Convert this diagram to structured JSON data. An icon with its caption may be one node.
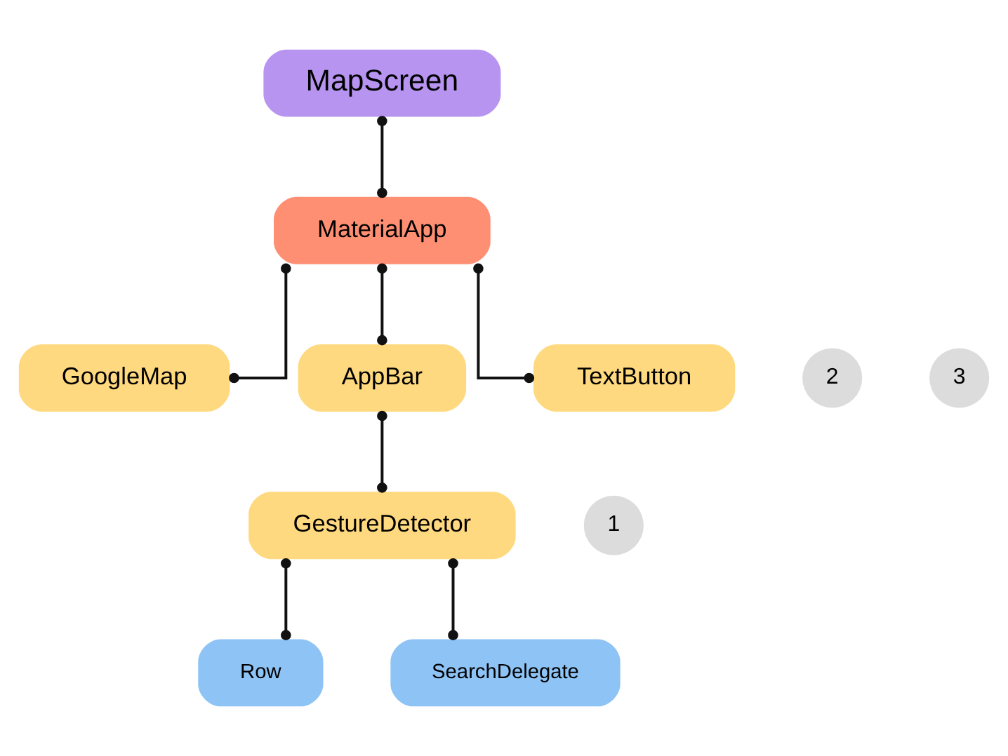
{
  "diagram": {
    "nodes": [
      {
        "text": [
          "MapScreen"
        ]
      },
      {
        "text": [
          "MaterialApp"
        ]
      },
      {
        "text": [
          "GoogleMap"
        ]
      },
      {
        "text": [
          "2"
        ]
      },
      {
        "text": [
          "AppBar"
        ]
      },
      {
        "text": [
          "TextButton"
        ]
      },
      {
        "text": [
          "3"
        ]
      },
      {
        "text": [
          "1"
        ]
      },
      {
        "text": [
          "GestureDetector"
        ]
      },
      {
        "text": [
          "Row"
        ]
      },
      {
        "text": [
          "SearchDelegate"
        ]
      }
    ],
    "edges": [
      {
        "from": 0,
        "to": 1,
        "arrow": "other"
      },
      {
        "from": 1,
        "to": 2,
        "arrow": "other"
      },
      {
        "from": 1,
        "to": 4,
        "arrow": "other"
      },
      {
        "from": 1,
        "to": 5,
        "arrow": "other"
      },
      {
        "from": 4,
        "to": 8,
        "arrow": "other"
      },
      {
        "from": 8,
        "to": 9,
        "arrow": "other"
      },
      {
        "from": 8,
        "to": 10,
        "arrow": "other"
      }
    ]
  }
}
